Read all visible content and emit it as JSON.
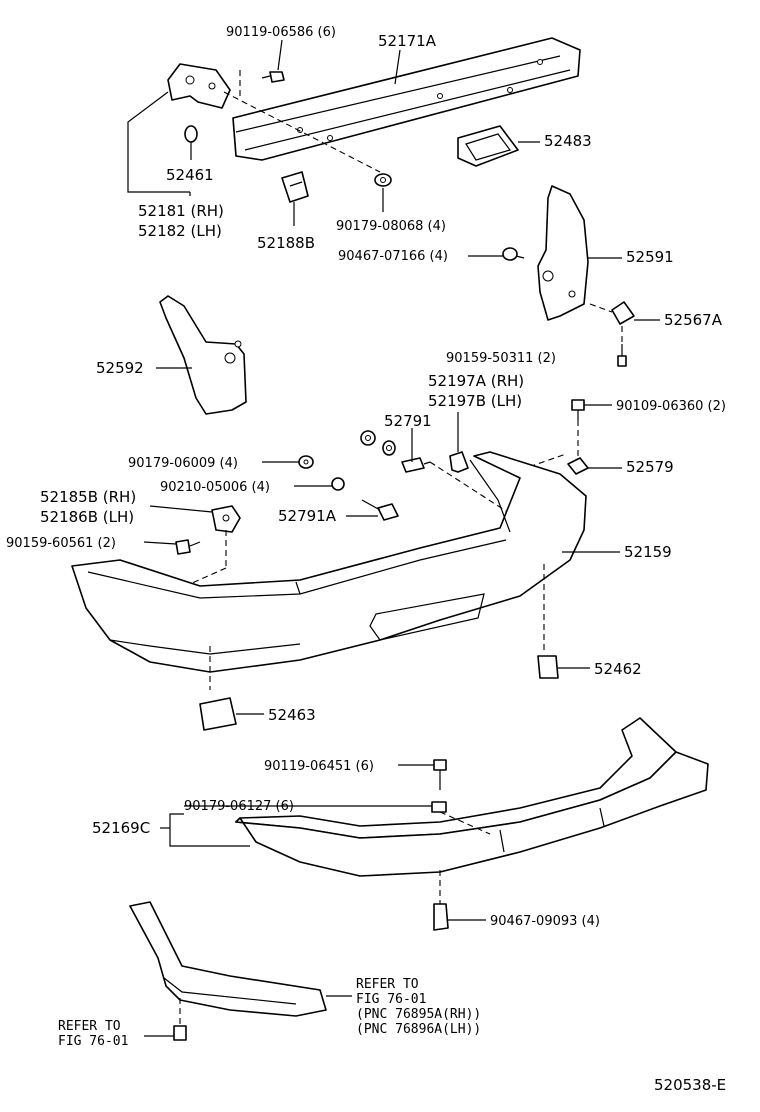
{
  "diagram_code": "520538-E",
  "labels": {
    "p52171A": "52171A",
    "b90119_06586": "90119-06586 (6)",
    "p52483": "52483",
    "p52461": "52461",
    "p52181": "52181 (RH)",
    "p52182": "52182 (LH)",
    "p52188B": "52188B",
    "n90179_08068": "90179-08068 (4)",
    "c90467_07166": "90467-07166 (4)",
    "p52591": "52591",
    "p52567A": "52567A",
    "s90159_50311": "90159-50311 (2)",
    "p52592": "52592",
    "p52197A": "52197A (RH)",
    "p52197B": "52197B (LH)",
    "b90109_06360": "90109-06360 (2)",
    "p52791": "52791",
    "n90179_06009": "90179-06009 (4)",
    "p52579": "52579",
    "w90210_05006": "90210-05006 (4)",
    "p52185B": "52185B (RH)",
    "p52186B": "52186B (LH)",
    "p52791A": "52791A",
    "s90159_60561": "90159-60561 (2)",
    "p52159": "52159",
    "p52462": "52462",
    "p52463": "52463",
    "b90119_06451": "90119-06451 (6)",
    "n90179_06127": "90179-06127 (6)",
    "p52169C": "52169C",
    "c90467_09093": "90467-09093 (4)",
    "ref_fig_a_1": "REFER TO",
    "ref_fig_a_2": "FIG 76-01",
    "ref_fig_a_3": "(PNC 76895A(RH))",
    "ref_fig_a_4": "(PNC 76896A(LH))",
    "ref_fig_b_1": "REFER TO",
    "ref_fig_b_2": "FIG 76-01"
  }
}
